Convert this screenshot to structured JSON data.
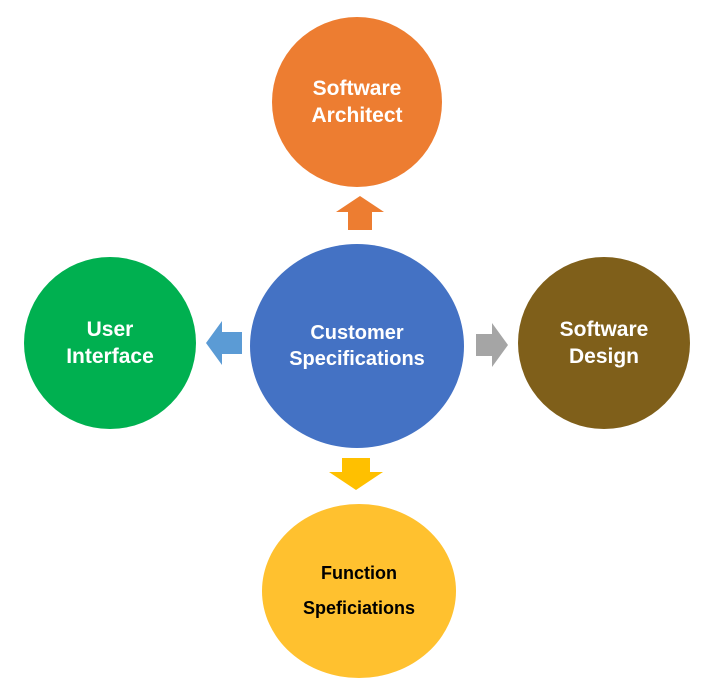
{
  "diagram": {
    "center": {
      "lines": [
        "Customer",
        "Specifications"
      ],
      "fill": "#4472C4",
      "text_color": "#ffffff"
    },
    "top": {
      "lines": [
        "Software",
        "Architect"
      ],
      "fill": "#ED7D31",
      "text_color": "#ffffff"
    },
    "left": {
      "lines": [
        "User",
        "Interface"
      ],
      "fill": "#00B050",
      "text_color": "#ffffff"
    },
    "right": {
      "lines": [
        "Software",
        "Design"
      ],
      "fill": "#7F5F1A",
      "text_color": "#ffffff"
    },
    "bottom": {
      "lines": [
        "Function",
        "Speficiations"
      ],
      "fill": "#FFC12F",
      "text_color": "#000000"
    },
    "arrows": {
      "up": {
        "color": "#ED7D31",
        "icon": "arrow-up-icon"
      },
      "left": {
        "color": "#5B9BD5",
        "icon": "arrow-left-icon"
      },
      "right": {
        "color": "#A5A5A5",
        "icon": "arrow-right-icon"
      },
      "down": {
        "color": "#FFC000",
        "icon": "arrow-down-icon"
      }
    }
  }
}
